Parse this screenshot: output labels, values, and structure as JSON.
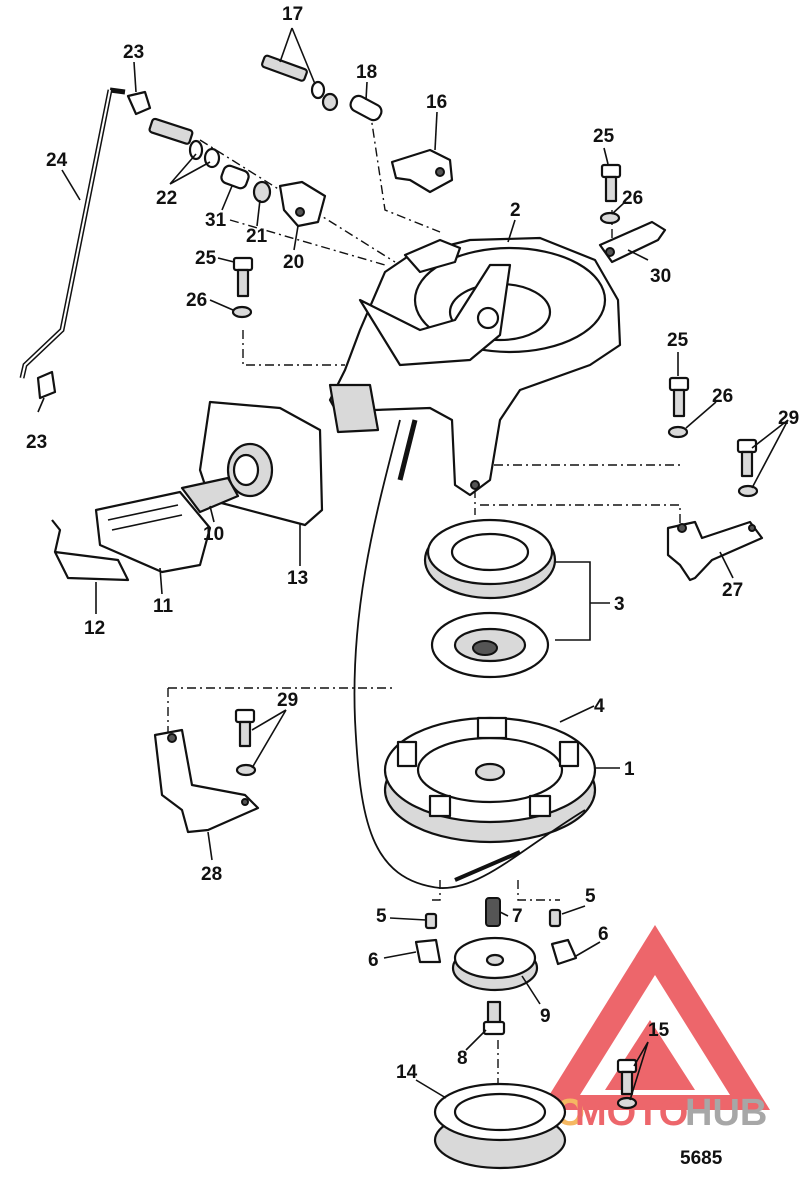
{
  "figure_number": "5685",
  "watermark": {
    "text_auto": "AUTO",
    "text_moto": "MOTO",
    "text_hub": "HUB",
    "color_red": "#e8333a",
    "color_orange": "#f2a12e",
    "color_gray": "#8a8a8a"
  },
  "callouts": [
    "17",
    "23",
    "18",
    "16",
    "24",
    "22",
    "31",
    "21",
    "20",
    "2",
    "25",
    "26",
    "30",
    "25",
    "26",
    "25",
    "26",
    "29",
    "23",
    "10",
    "13",
    "11",
    "12",
    "3",
    "27",
    "4",
    "1",
    "29",
    "28",
    "5",
    "7",
    "5",
    "6",
    "6",
    "9",
    "8",
    "15",
    "14"
  ]
}
